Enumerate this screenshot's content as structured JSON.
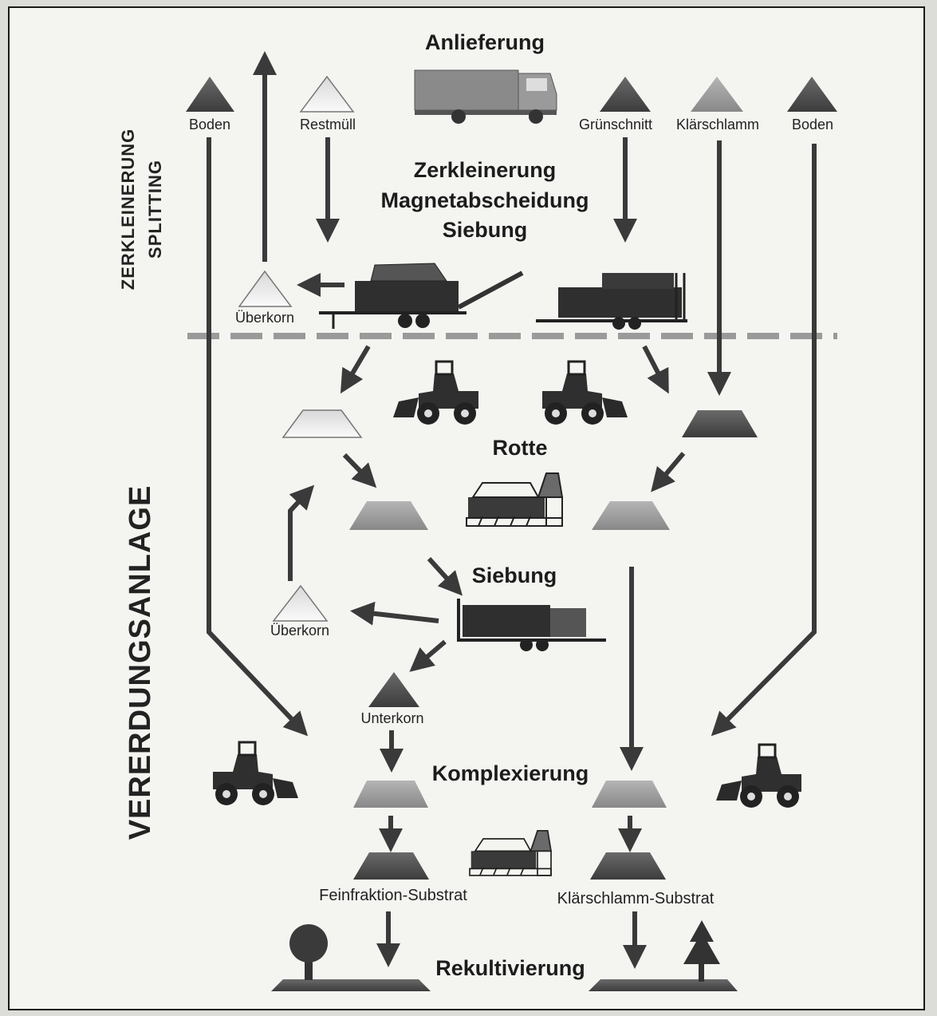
{
  "side_labels": {
    "top_line1": "ZERKLEINERUNG",
    "top_line2": "SPLITTING",
    "main": "VERERDUNGSANLAGE"
  },
  "headings": {
    "anlieferung": "Anlieferung",
    "zerkleinerung": "Zerkleinerung",
    "magnetabscheidung": "Magnetabscheidung",
    "siebung_top": "Siebung",
    "rotte": "Rotte",
    "siebung_mid": "Siebung",
    "komplexierung": "Komplexierung",
    "rekultivierung": "Rekultivierung"
  },
  "inputs": {
    "boden_left": "Boden",
    "restmuell": "Restmüll",
    "gruenschnitt": "Grünschnitt",
    "klaerschlamm": "Klärschlamm",
    "boden_right": "Boden"
  },
  "outputs": {
    "ueberkorn_top": "Überkorn",
    "ueberkorn_mid": "Überkorn",
    "unterkorn": "Unterkorn",
    "feinfraktion": "Feinfraktion-Substrat",
    "klaerschlamm_substrat": "Klärschlamm-Substrat"
  },
  "icons": {
    "truck": "garbage-truck-icon",
    "shredder": "shredder-trailer-icon",
    "screen": "screening-trailer-icon",
    "loader": "wheel-loader-icon",
    "turner": "compost-turner-icon",
    "tree": "deciduous-tree-icon",
    "conifer": "conifer-tree-icon"
  },
  "colors": {
    "dark_pile": "#4a4a4a",
    "mid_pile": "#9a9a9a",
    "light_pile": "#f2f2f0",
    "arrow": "#3a3a3a"
  }
}
